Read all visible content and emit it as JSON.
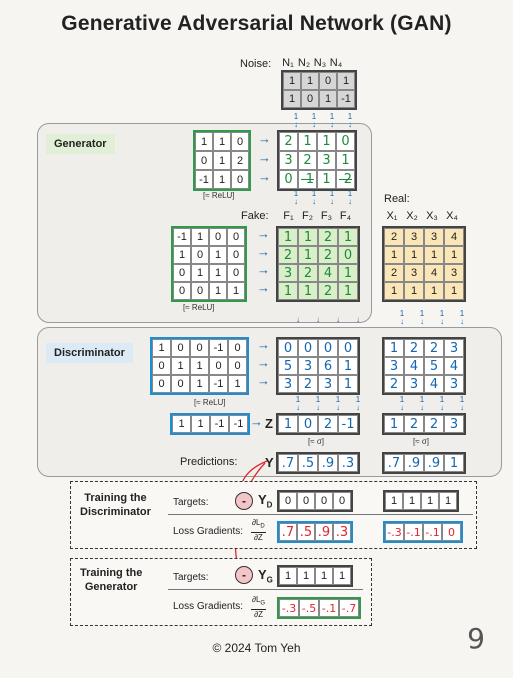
{
  "title": "Generative Adversarial Network (GAN)",
  "noise": {
    "label": "Noise:",
    "headers": [
      "N₁",
      "N₂",
      "N₃",
      "N₄"
    ],
    "rows": [
      [
        "1",
        "1",
        "0",
        "1"
      ],
      [
        "1",
        "0",
        "1",
        "-1"
      ],
      [
        "1",
        "1",
        "1",
        "1"
      ]
    ]
  },
  "generator": {
    "tag": "Generator",
    "w1": [
      [
        "1",
        "1",
        "0"
      ],
      [
        "0",
        "1",
        "2"
      ],
      [
        "-1",
        "1",
        "0"
      ]
    ],
    "h1": [
      [
        "2",
        "1",
        "1",
        "0"
      ],
      [
        "3",
        "2",
        "3",
        "1"
      ],
      [
        "0",
        "-1",
        "1",
        "-2"
      ]
    ],
    "relu1": "[≈ ReLU]",
    "w2": [
      [
        "-1",
        "1",
        "0",
        "0"
      ],
      [
        "1",
        "0",
        "1",
        "0"
      ],
      [
        "0",
        "1",
        "1",
        "0"
      ],
      [
        "0",
        "0",
        "1",
        "1"
      ]
    ],
    "relu2": "[≈ ReLU]",
    "fake_label": "Fake:",
    "fake_headers": [
      "F₁",
      "F₂",
      "F₃",
      "F₄"
    ],
    "fake": [
      [
        "1",
        "1",
        "2",
        "1"
      ],
      [
        "2",
        "1",
        "2",
        "0"
      ],
      [
        "3",
        "2",
        "4",
        "1"
      ],
      [
        "1",
        "1",
        "2",
        "1"
      ]
    ]
  },
  "real": {
    "label": "Real:",
    "headers": [
      "X₁",
      "X₂",
      "X₃",
      "X₄"
    ],
    "rows": [
      [
        "2",
        "3",
        "3",
        "4"
      ],
      [
        "1",
        "1",
        "1",
        "1"
      ],
      [
        "2",
        "3",
        "4",
        "3"
      ],
      [
        "1",
        "1",
        "1",
        "1"
      ]
    ]
  },
  "discriminator": {
    "tag": "Discriminator",
    "w1": [
      [
        "1",
        "0",
        "0",
        "-1",
        "0"
      ],
      [
        "0",
        "1",
        "1",
        "0",
        "0"
      ],
      [
        "0",
        "0",
        "1",
        "-1",
        "1"
      ]
    ],
    "h_fake": [
      [
        "0",
        "0",
        "0",
        "0"
      ],
      [
        "5",
        "3",
        "6",
        "1"
      ],
      [
        "3",
        "2",
        "3",
        "1"
      ]
    ],
    "h_real": [
      [
        "1",
        "2",
        "2",
        "3"
      ],
      [
        "3",
        "4",
        "5",
        "4"
      ],
      [
        "2",
        "3",
        "4",
        "3"
      ]
    ],
    "relu": "[≈ ReLU]",
    "w2": [
      "1",
      "1",
      "-1",
      "-1"
    ],
    "z_label": "Z",
    "z_fake": [
      "1",
      "0",
      "2",
      "-1"
    ],
    "z_real": [
      "1",
      "2",
      "2",
      "3"
    ],
    "sigma": "[≈ σ]",
    "pred_label": "Predictions:",
    "y_label": "Y",
    "y_fake": [
      ".7",
      ".5",
      ".9",
      ".3"
    ],
    "y_real": [
      ".7",
      ".9",
      ".9",
      "1"
    ]
  },
  "train_d": {
    "title_line1": "Training the",
    "title_line2": "Discriminator",
    "targets_label": "Targets:",
    "minus": "-",
    "yd": "Y",
    "yd_sub": "D",
    "targets_fake": [
      "0",
      "0",
      "0",
      "0"
    ],
    "targets_real": [
      "1",
      "1",
      "1",
      "1"
    ],
    "grad_label": "Loss Gradients:",
    "frac_num": "∂L",
    "frac_num_sub": "D",
    "frac_den": "∂Z",
    "grad_fake": [
      ".7",
      ".5",
      ".9",
      ".3"
    ],
    "grad_real": [
      "-.3",
      "-.1",
      "-.1",
      "0"
    ]
  },
  "train_g": {
    "title_line1": "Training the",
    "title_line2": "Generator",
    "targets_label": "Targets:",
    "minus": "-",
    "yg": "Y",
    "yg_sub": "G",
    "targets": [
      "1",
      "1",
      "1",
      "1"
    ],
    "grad_label": "Loss Gradients:",
    "frac_num": "∂L",
    "frac_num_sub": "G",
    "frac_den": "∂Z",
    "grad": [
      "-.3",
      "-.5",
      "-.1",
      "-.7"
    ]
  },
  "footer": "© 2024 Tom Yeh",
  "page_number": "9",
  "colors": {
    "green": "#2e9a4a",
    "blue": "#1b8fd6",
    "red": "#e0262b",
    "real_fill": "#fbe6b8",
    "fake_fill": "#d9efc9"
  }
}
